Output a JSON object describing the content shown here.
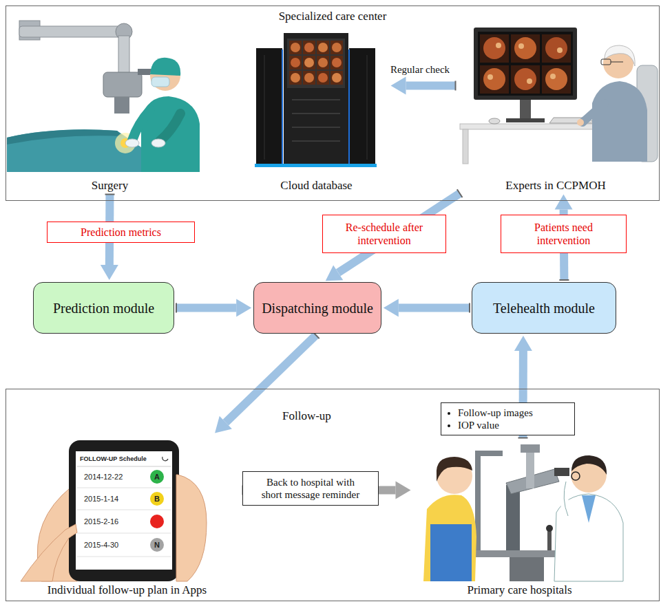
{
  "diagram": {
    "nodes": [
      {
        "text": [
          "Specialized care center"
        ]
      },
      {
        "text": [
          "Surgery"
        ],
        "in": 0
      },
      {
        "text": [
          "Cloud database"
        ],
        "in": 0
      },
      {
        "text": [
          "Experts in CCPMOH"
        ],
        "in": 0
      },
      {
        "text": [
          "Prediction module"
        ]
      },
      {
        "text": [
          "Dispatching module"
        ]
      },
      {
        "text": [
          "Telehealth module"
        ]
      },
      {
        "text": [
          "Follow-up"
        ]
      },
      {
        "text": [
          "Individual follow-up plan in Apps"
        ],
        "in": 7
      },
      {
        "text": [
          "Primary care hospitals"
        ],
        "in": 7
      }
    ],
    "edges": [
      {
        "from": 1,
        "to": 4,
        "arrow": "to",
        "label": "Prediction metrics"
      },
      {
        "from": 3,
        "to": 2,
        "arrow": "to",
        "label": "Regular check"
      },
      {
        "from": 3,
        "to": 5,
        "arrow": "to",
        "label": "Re-schedule after intervention"
      },
      {
        "from": 6,
        "to": 3,
        "arrow": "to",
        "label": "Patients need intervention"
      },
      {
        "from": 4,
        "to": 5,
        "arrow": "to"
      },
      {
        "from": 6,
        "to": 5,
        "arrow": "to"
      },
      {
        "from": 5,
        "to": 8,
        "arrow": "to"
      },
      {
        "from": 8,
        "to": 9,
        "arrow": "to",
        "label": "Back to hospital with short message reminder"
      },
      {
        "from": 9,
        "to": 6,
        "arrow": "to"
      }
    ],
    "labels": [
      "Follow-up images",
      "IOP value",
      "FOLLOW-UP Schedule",
      "2014-12-22",
      "A",
      "2015-1-14",
      "B",
      "2015-2-16",
      "2015-4-30",
      "N"
    ]
  }
}
